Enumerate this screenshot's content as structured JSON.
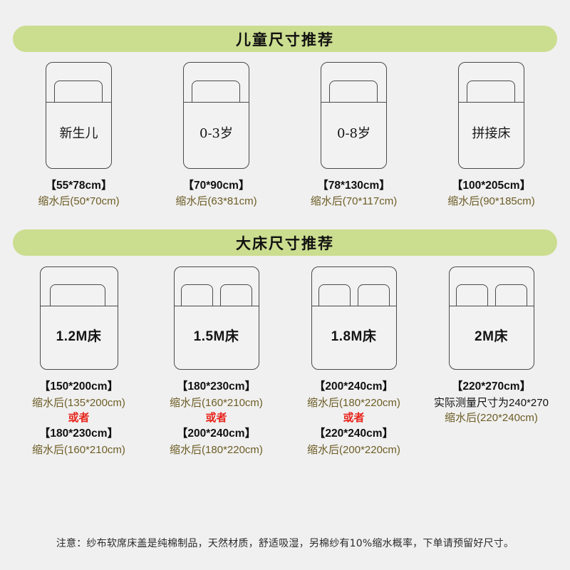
{
  "sections": [
    {
      "banner_label": "儿童尺寸推荐",
      "banner_color": "#cbdd8f",
      "beds": [
        {
          "bed_label": "新生儿",
          "pillows": 1,
          "size_main": "【55*78cm】",
          "size_shrunk": "缩水后(50*70cm)"
        },
        {
          "bed_label": "0-3岁",
          "pillows": 1,
          "size_main": "【70*90cm】",
          "size_shrunk": "缩水后(63*81cm)"
        },
        {
          "bed_label": "0-8岁",
          "pillows": 1,
          "size_main": "【78*130cm】",
          "size_shrunk": "缩水后(70*117cm)"
        },
        {
          "bed_label": "拼接床",
          "pillows": 1,
          "size_main": "【100*205cm】",
          "size_shrunk": "缩水后(90*185cm)"
        }
      ]
    },
    {
      "banner_label": "大床尺寸推荐",
      "banner_color": "#cbdd8f",
      "beds": [
        {
          "bed_label": "1.2M床",
          "pillows": 1,
          "size_main": "【150*200cm】",
          "size_shrunk": "缩水后(135*200cm)",
          "or_label": "或者",
          "size_main_alt": "【180*230cm】",
          "size_shrunk_alt": "缩水后(160*210cm)"
        },
        {
          "bed_label": "1.5M床",
          "pillows": 2,
          "size_main": "【180*230cm】",
          "size_shrunk": "缩水后(160*210cm)",
          "or_label": "或者",
          "size_main_alt": "【200*240cm】",
          "size_shrunk_alt": "缩水后(180*220cm)"
        },
        {
          "bed_label": "1.8M床",
          "pillows": 2,
          "size_main": "【200*240cm】",
          "size_shrunk": "缩水后(180*220cm)",
          "or_label": "或者",
          "size_main_alt": "【220*240cm】",
          "size_shrunk_alt": "缩水后(200*220cm)"
        },
        {
          "bed_label": "2M床",
          "pillows": 2,
          "size_main": "【220*270cm】",
          "measured_note": "实际测量尺寸为240*270",
          "size_shrunk": "缩水后(220*240cm)"
        }
      ]
    }
  ],
  "footer": {
    "note": "注意：纱布软席床盖是纯棉制品，天然材质，舒适吸湿，另棉纱有10%缩水概率，下单请预留好尺寸。"
  },
  "colors": {
    "background": "#f0f0f0",
    "banner": "#cbdd8f",
    "size_main_text": "#111111",
    "shrunk_text": "#6d5d26",
    "or_text": "#e8251c",
    "bed_outline": "#4a4a4a"
  }
}
